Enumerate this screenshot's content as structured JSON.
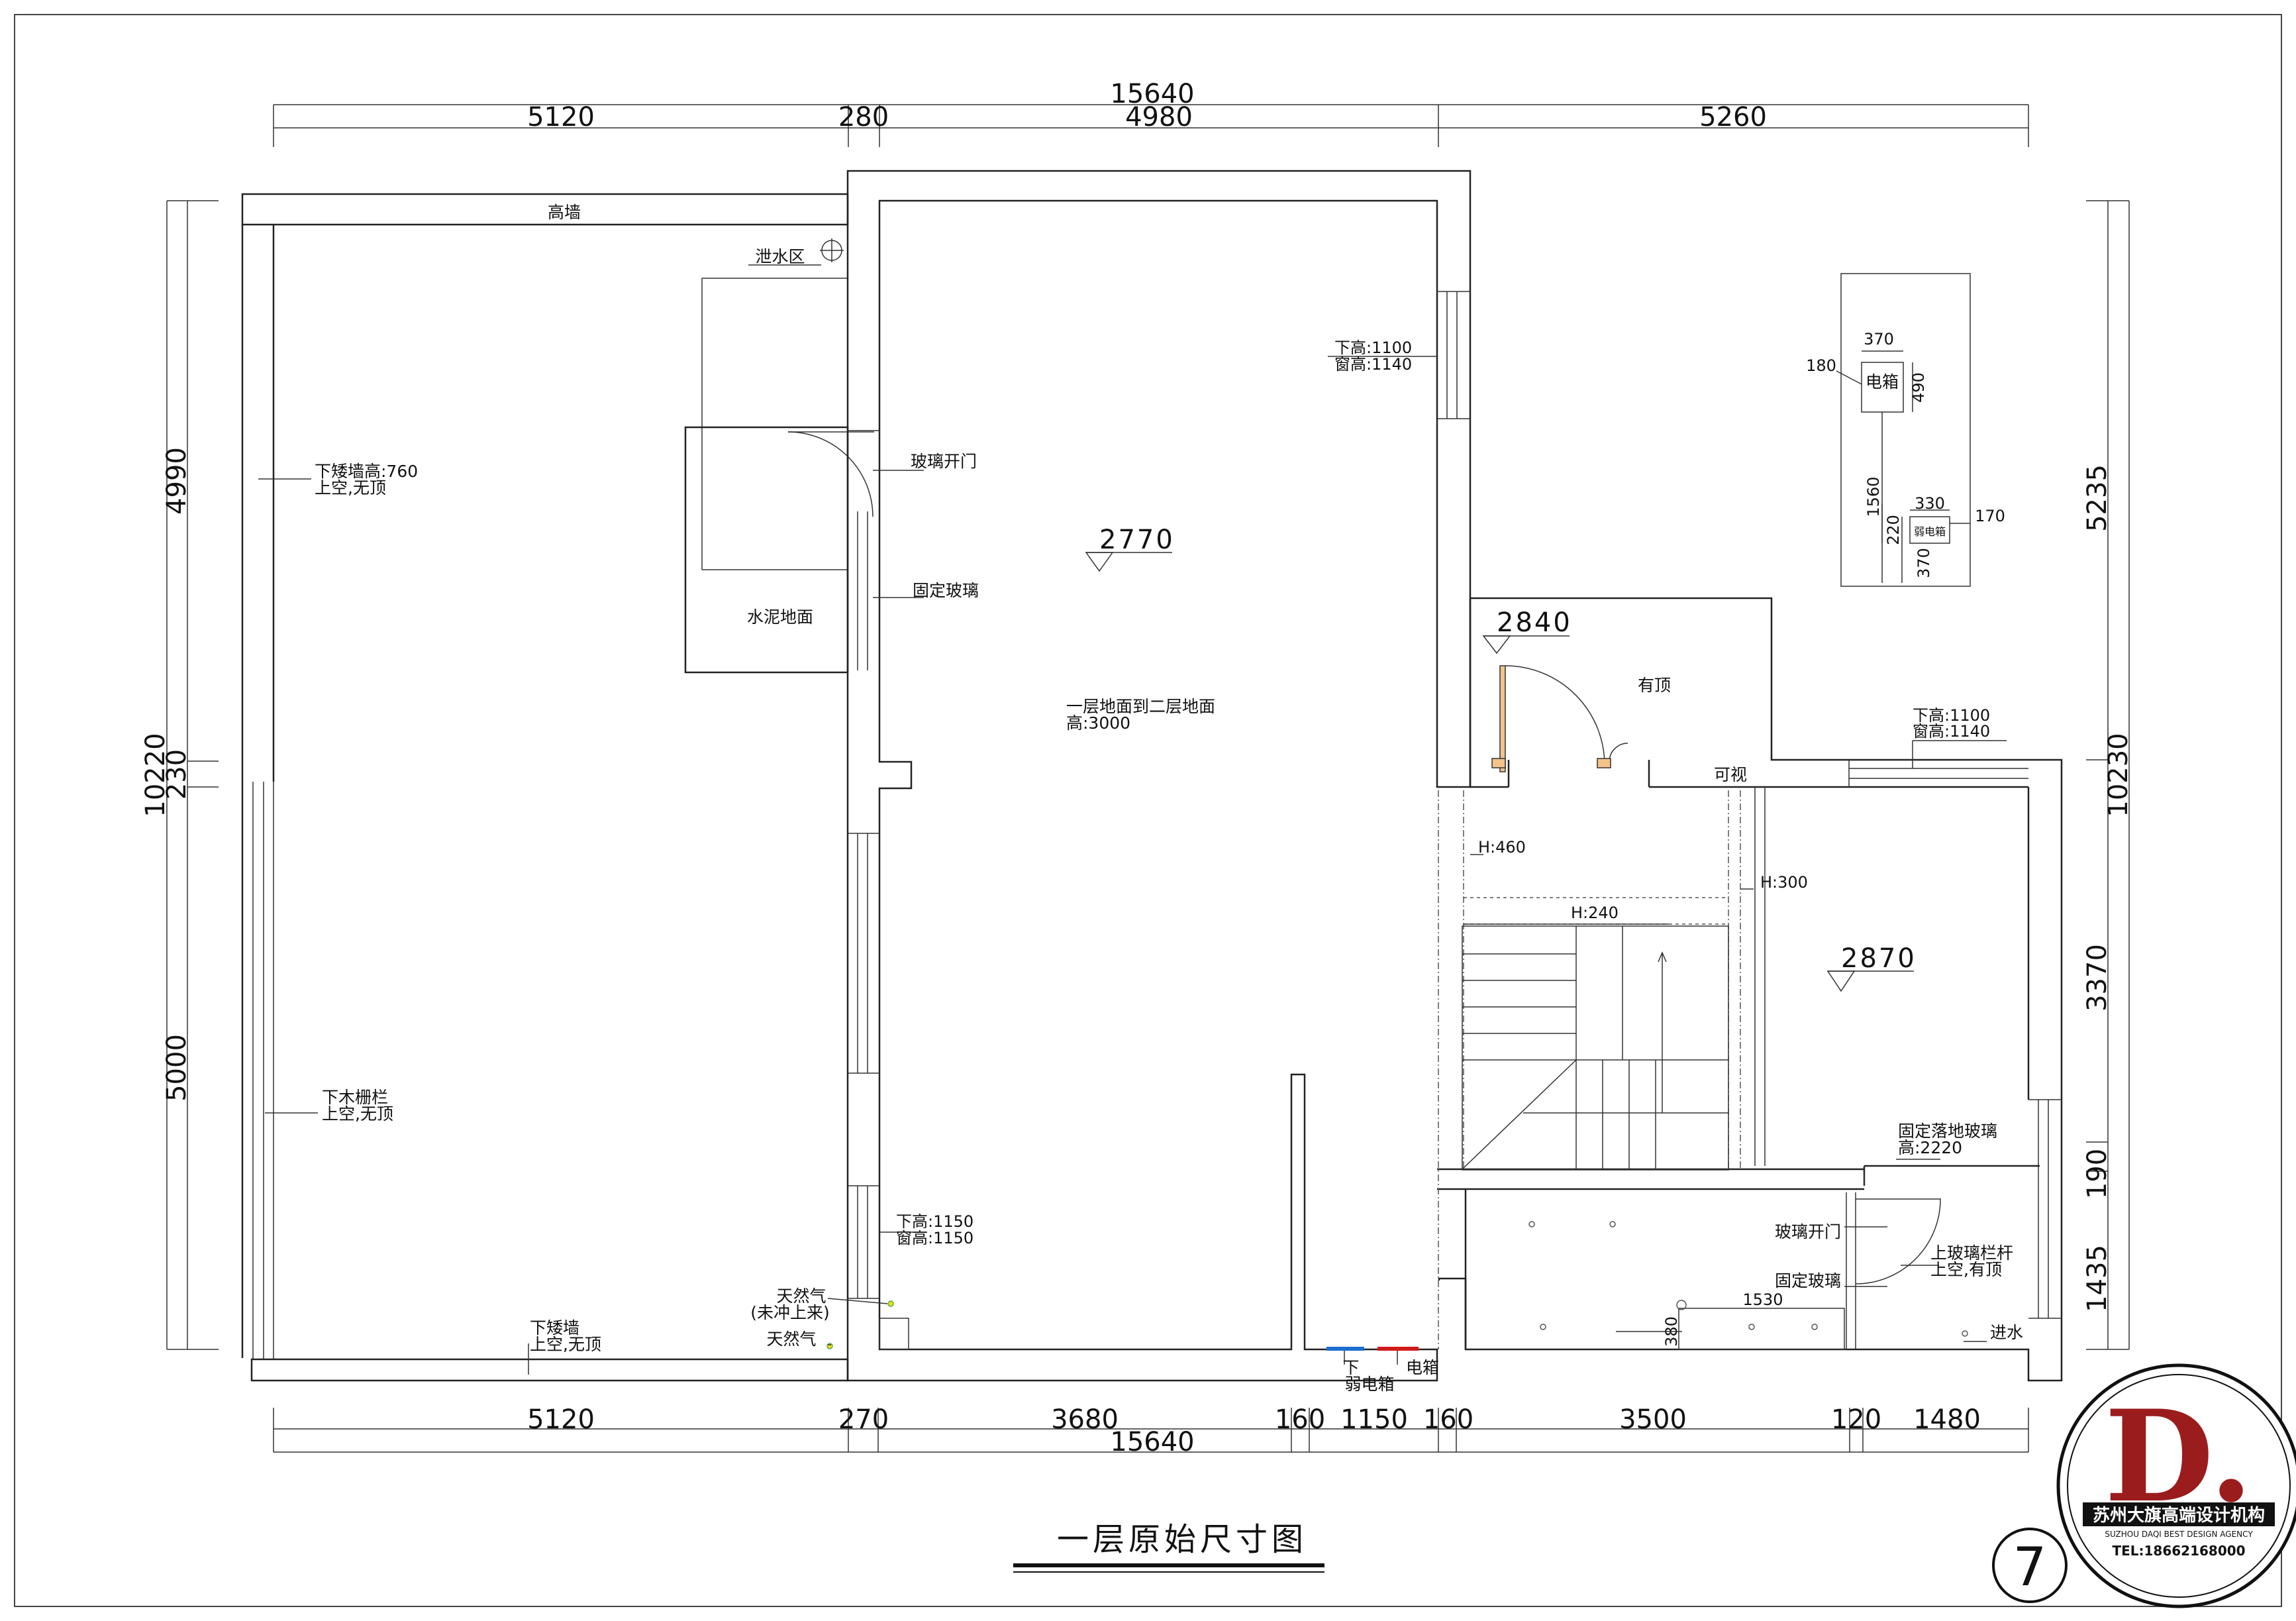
{
  "dims": {
    "top_total": "15640",
    "top": [
      "5120",
      "280",
      "4980",
      "5260"
    ],
    "bottom_total": "15640",
    "bottom": [
      "5120",
      "270",
      "3680",
      "160",
      "1150",
      "160",
      "3500",
      "120",
      "1480"
    ],
    "left_total": "10220",
    "left": [
      "4990",
      "230",
      "5000"
    ],
    "right_total": "10230",
    "right": [
      "5235",
      "3370",
      "190",
      "1435"
    ]
  },
  "labels": {
    "high_wall": "高墙",
    "drain_area": "泄水区",
    "low_wall_760_a": "下矮墙高:760",
    "low_wall_760_b": "上空,无顶",
    "glass_door_1": "玻璃开门",
    "fixed_glass_1": "固定玻璃",
    "cement_floor": "水泥地面",
    "window_1_a": "下高:1100",
    "window_1_b": "窗高:1140",
    "floor_height_a": "一层地面到二层地面",
    "floor_height_b": "高:3000",
    "roofed": "有顶",
    "visible": "可视",
    "window_2_a": "下高:1100",
    "window_2_b": "窗高:1140",
    "h460": "H:460",
    "h300": "H:300",
    "h240": "H:240",
    "wood_fence_a": "下木栅栏",
    "wood_fence_b": "上空,无顶",
    "window_3_a": "下高:1150",
    "window_3_b": "窗高:1150",
    "gas_1_a": "天然气",
    "gas_1_b": "(未冲上来)",
    "gas_2": "天然气",
    "low_wall_a": "下矮墙",
    "low_wall_b": "上空,无顶",
    "fixed_floor_glass_a": "固定落地玻璃",
    "fixed_floor_glass_b": "高:2220",
    "glass_door_2": "玻璃开门",
    "fixed_glass_2": "固定玻璃",
    "glass_rail_a": "上玻璃栏杆",
    "glass_rail_b": "上空,有顶",
    "water_in": "进水",
    "d1530": "1530",
    "d380": "380",
    "down": "下",
    "elec_box": "电箱",
    "weak_box": "弱电箱"
  },
  "elevations": [
    "2770",
    "2840",
    "2870"
  ],
  "inset": {
    "w370": "370",
    "d180": "180",
    "elec_box": "电箱",
    "d490": "490",
    "d1560": "1560",
    "d330": "330",
    "d170": "170",
    "d220": "220",
    "weak_box": "弱电箱",
    "d370b": "370"
  },
  "title": "一层原始尺寸图",
  "page_number": "7",
  "logo": {
    "mark": "D.",
    "name": "苏州大旗高端设计机构",
    "english": "SUZHOU DAQI BEST DESIGN AGENCY",
    "tel": "TEL:18662168000"
  }
}
